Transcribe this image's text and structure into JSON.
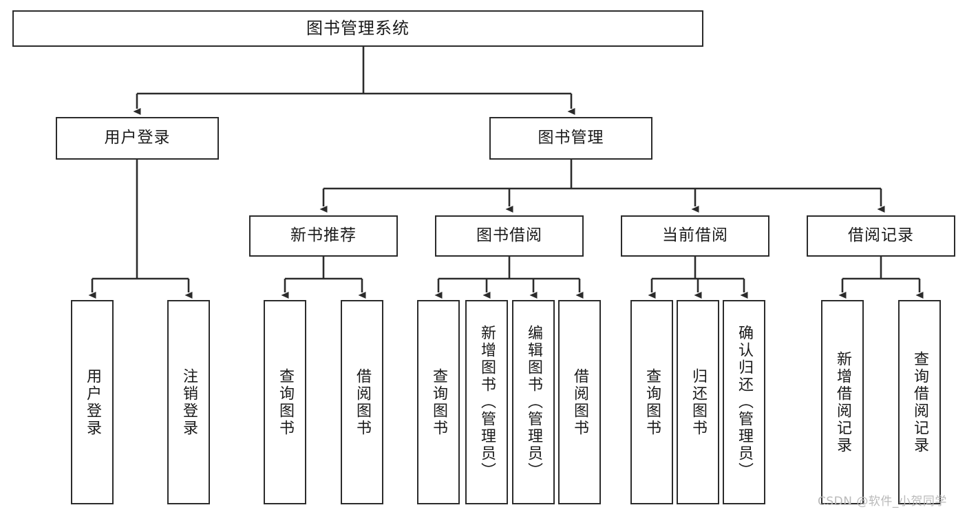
{
  "diagram": {
    "title": "图书管理系统",
    "type": "tree-hierarchy-chart",
    "colors": {
      "background": "#ffffff",
      "box_border": "#2b2b2b",
      "box_fill": "#ffffff",
      "edge": "#2b2b2b",
      "text": "#1a1a1a",
      "watermark": "#b9b9b9"
    },
    "root": {
      "label": "图书管理系统"
    },
    "level2": [
      {
        "label": "用户登录"
      },
      {
        "label": "图书管理"
      }
    ],
    "level3": [
      {
        "label": "新书推荐"
      },
      {
        "label": "图书借阅"
      },
      {
        "label": "当前借阅"
      },
      {
        "label": "借阅记录"
      }
    ],
    "leaves": {
      "user_login": [
        {
          "label": "用户登录"
        },
        {
          "label": "注销登录"
        }
      ],
      "new_book_recommend": [
        {
          "label": "查询图书"
        },
        {
          "label": "借阅图书"
        }
      ],
      "book_borrow": [
        {
          "label": "查询图书"
        },
        {
          "label": "新增图书（管理员）"
        },
        {
          "label": "编辑图书（管理员）"
        },
        {
          "label": "借阅图书"
        }
      ],
      "current_borrow": [
        {
          "label": "查询图书"
        },
        {
          "label": "归还图书"
        },
        {
          "label": "确认归还（管理员）"
        }
      ],
      "borrow_record": [
        {
          "label": "新增借阅记录"
        },
        {
          "label": "查询借阅记录"
        }
      ]
    }
  },
  "watermark": {
    "text": "CSDN @软件_小贺同学"
  }
}
